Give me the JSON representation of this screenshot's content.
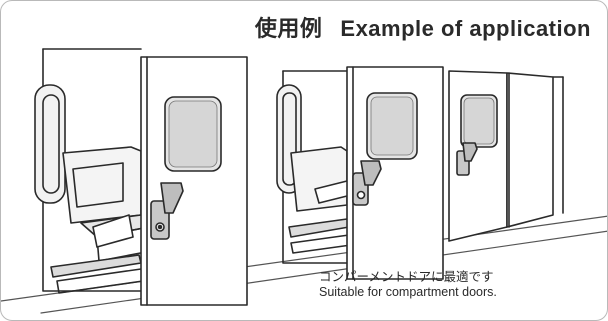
{
  "title": {
    "japanese": "使用例",
    "english": "Example of application"
  },
  "caption": {
    "japanese": "コンパーメントドアに最適です",
    "english": "Suitable for compartment doors."
  }
}
